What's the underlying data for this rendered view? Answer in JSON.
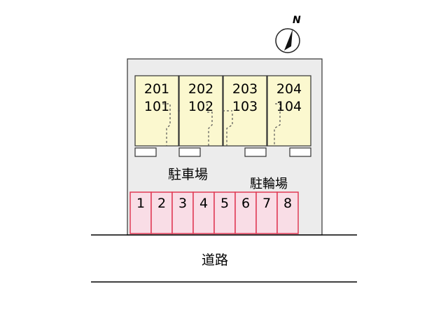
{
  "compass": {
    "label": "N",
    "icon": "north-arrow-icon"
  },
  "units": [
    {
      "upper": "201",
      "lower": "101"
    },
    {
      "upper": "202",
      "lower": "102"
    },
    {
      "upper": "203",
      "lower": "103"
    },
    {
      "upper": "204",
      "lower": "104"
    }
  ],
  "labels": {
    "car_parking": "駐車場",
    "bicycle_parking": "駐輪場",
    "road": "道路"
  },
  "parking_spaces": [
    "1",
    "2",
    "3",
    "4",
    "5",
    "6",
    "7",
    "8"
  ],
  "colors": {
    "lot": "#ececec",
    "building": "#fbf8cf",
    "parking_fill": "#f9dde6",
    "parking_border": "#e03a55",
    "road_lines": "#000000"
  }
}
